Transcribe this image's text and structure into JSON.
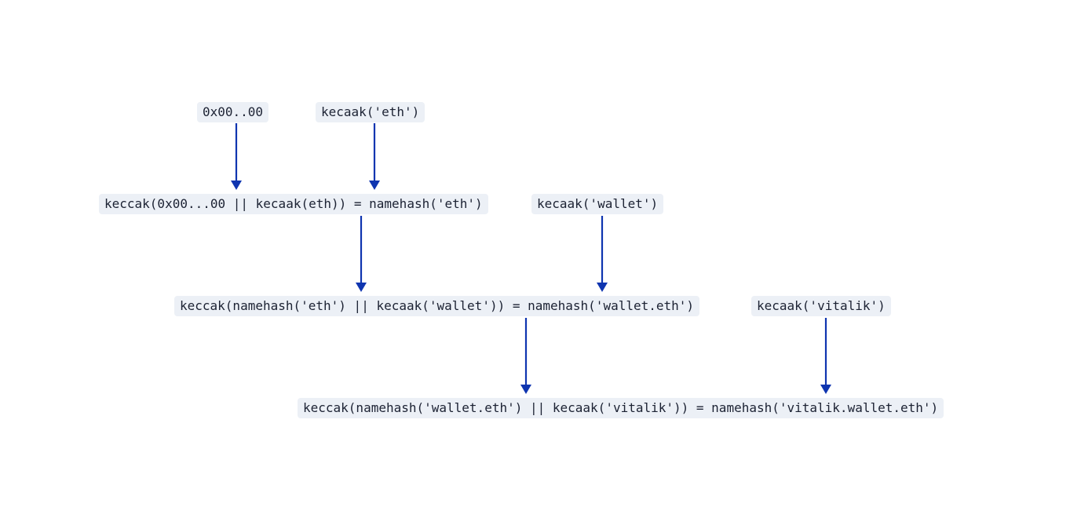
{
  "colors": {
    "arrow": "#0f35b0",
    "box_background": "#ecf0f6",
    "text": "#1c2233"
  },
  "nodes": {
    "zero_hash": "0x00..00",
    "kecaak_eth": "kecaak('eth')",
    "namehash_eth": "keccak(0x00...00 || kecaak(eth)) = namehash('eth')",
    "kecaak_wallet": "kecaak('wallet')",
    "namehash_wallet_eth": "keccak(namehash('eth') || kecaak('wallet')) = namehash('wallet.eth')",
    "kecaak_vitalik": "kecaak('vitalik')",
    "namehash_vitalik_wallet_eth": "keccak(namehash('wallet.eth') || kecaak('vitalik')) = namehash('vitalik.wallet.eth')"
  }
}
